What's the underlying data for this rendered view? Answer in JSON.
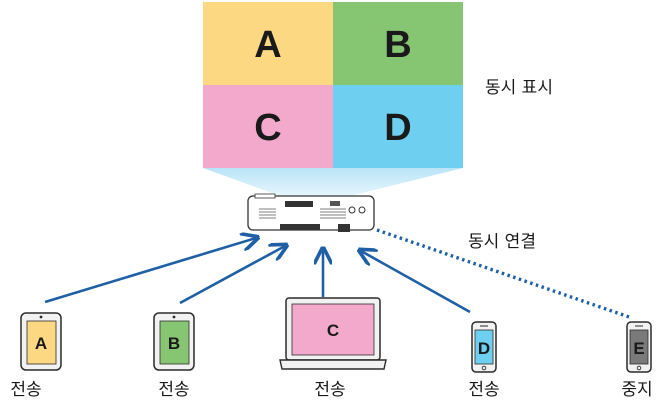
{
  "screen": {
    "quadrants": [
      {
        "letter": "A",
        "color": "#fdd882"
      },
      {
        "letter": "B",
        "color": "#86c672"
      },
      {
        "letter": "C",
        "color": "#f3a9cb"
      },
      {
        "letter": "D",
        "color": "#6fcff0"
      }
    ]
  },
  "labels": {
    "simultaneous_display": "동시 표시",
    "simultaneous_connection": "동시 연결"
  },
  "devices": [
    {
      "letter": "A",
      "type": "tablet",
      "screen_color": "#fdd882",
      "action": "전송"
    },
    {
      "letter": "B",
      "type": "tablet",
      "screen_color": "#86c672",
      "action": "전송"
    },
    {
      "letter": "C",
      "type": "laptop",
      "screen_color": "#f3a9cb",
      "action": "전송"
    },
    {
      "letter": "D",
      "type": "phone",
      "screen_color": "#6fcff0",
      "action": "전송"
    },
    {
      "letter": "E",
      "type": "phone",
      "screen_color": "#7a7a7a",
      "action": "중지"
    }
  ],
  "colors": {
    "arrow": "#1f5fa5",
    "beam": "#cfeefb",
    "border": "#2b2b2b"
  }
}
